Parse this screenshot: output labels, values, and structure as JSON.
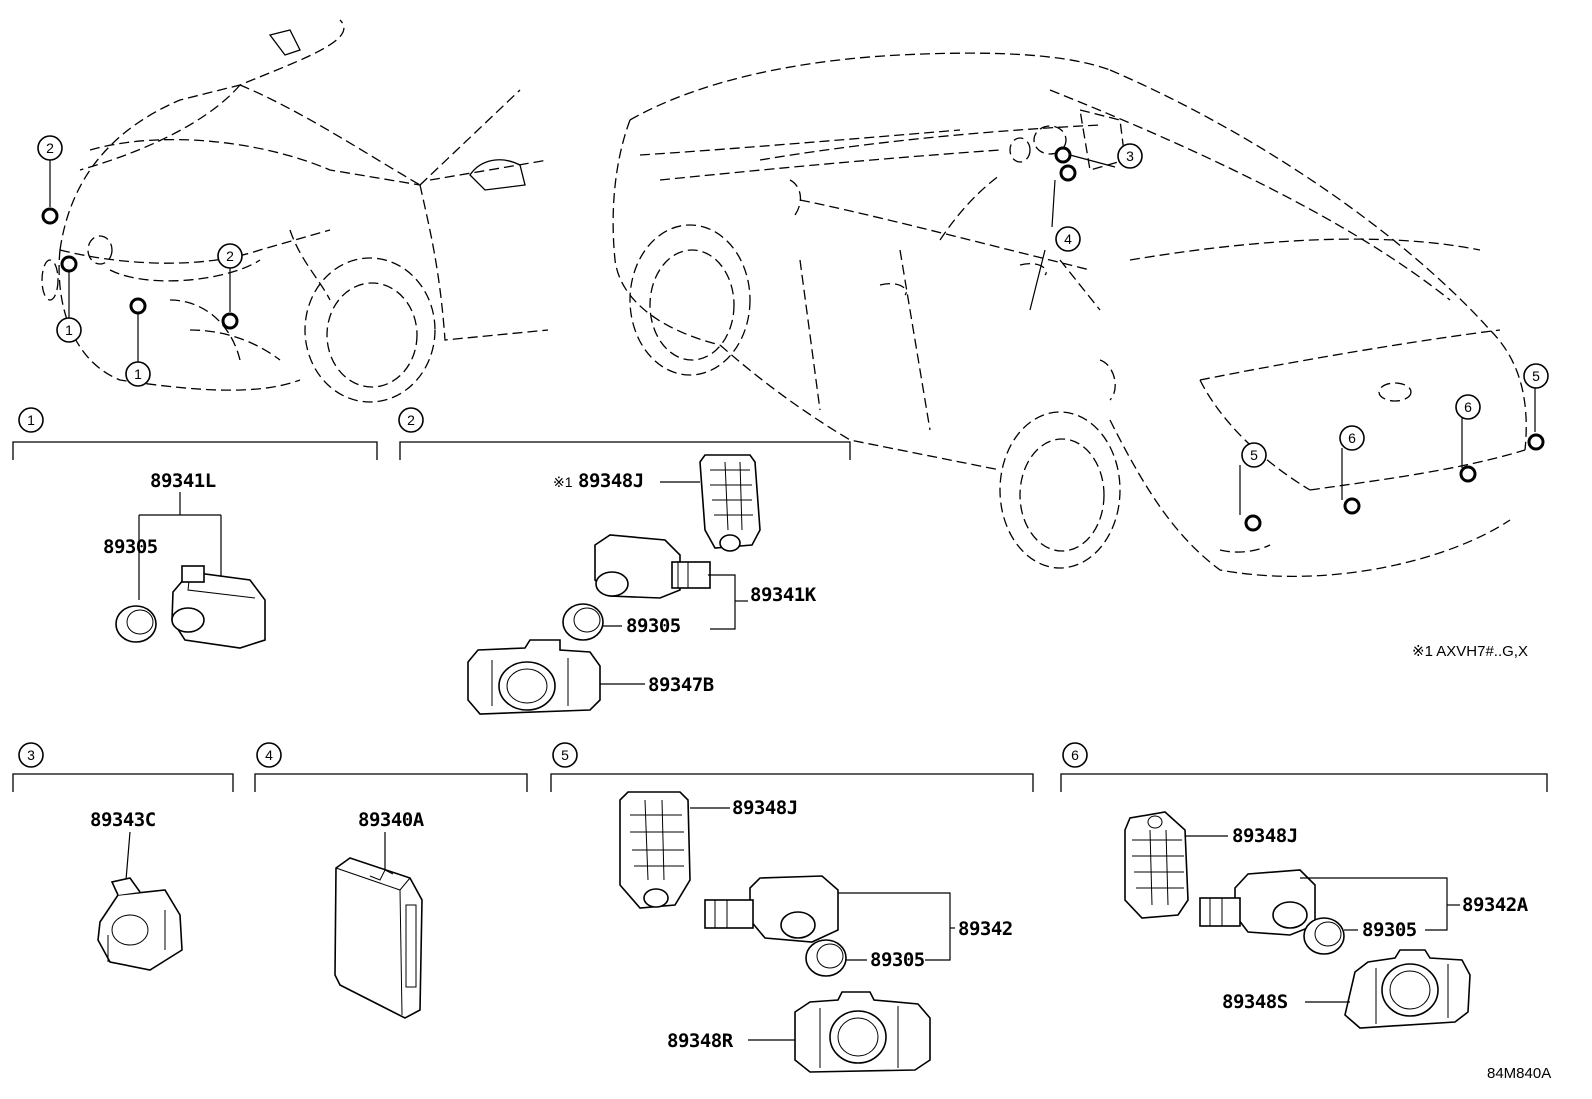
{
  "section_markers": [
    "1",
    "2",
    "3",
    "4",
    "5",
    "6"
  ],
  "parts": {
    "p89341L": "89341L",
    "p89305_s1": "89305",
    "p89348J_s2": "89348J",
    "p89341K": "89341K",
    "p89305_s2": "89305",
    "p89347B": "89347B",
    "p89343C": "89343C",
    "p89340A": "89340A",
    "p89348J_s5": "89348J",
    "p89342": "89342",
    "p89305_s5": "89305",
    "p89348R": "89348R",
    "p89348J_s6": "89348J",
    "p89342A": "89342A",
    "p89305_s6": "89305",
    "p89348S": "89348S"
  },
  "footnote_mark": "※1",
  "footnote": "※1 AXVH7#..G,X",
  "diagram_code": "84M840A"
}
